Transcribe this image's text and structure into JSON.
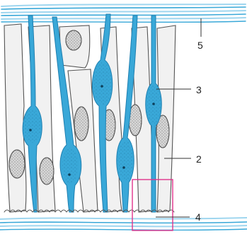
{
  "labels": {
    "label_5": "5",
    "label_3": "3",
    "label_2": "2",
    "label_4": "4"
  },
  "colors": {
    "fiber": "#39a8d8",
    "fiber_light": "#9fd6ef",
    "cell_outline": "#555555",
    "cell_fill": "#f1f1f1",
    "nucleus_fill": "#d8d8d8",
    "highlight_box": "#e0338c"
  }
}
